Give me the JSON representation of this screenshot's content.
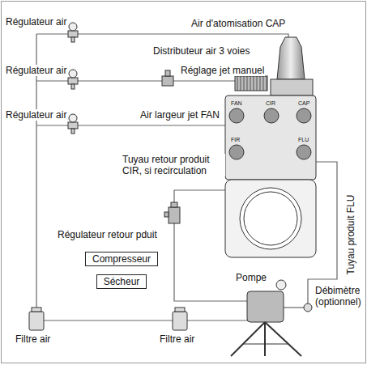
{
  "diagram": {
    "nodes": [
      {
        "text": [
          "Compresseur"
        ]
      },
      {
        "text": [
          "Sécheur"
        ]
      }
    ],
    "labels": [
      "Régulateur air",
      "Air d'atomisation CAP",
      "Régulateur air",
      "Distributeur air 3 voies",
      "Réglage jet manuel",
      "Régulateur air",
      "Air largeur jet FAN",
      "Tuyau retour produit CIR, si recirculation",
      "Régulateur retour pduit",
      "Pompe",
      "Débimètre (optionnel)",
      "Tuyau produit FLU",
      "Filtre air",
      "Filtre air",
      "FAN",
      "CIR",
      "CAP",
      "FIR",
      "FLU"
    ]
  }
}
